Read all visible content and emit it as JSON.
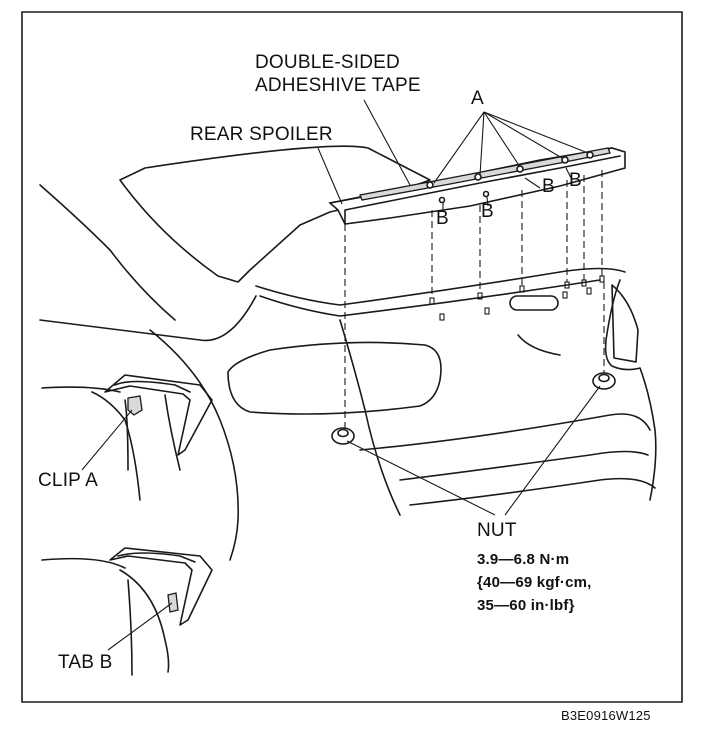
{
  "labels": {
    "tape_line1": "DOUBLE-SIDED",
    "tape_line2": "ADHESHIVE TAPE",
    "rear_spoiler": "REAR SPOILER",
    "a": "A",
    "b": "B",
    "clip_a": "CLIP A",
    "tab_b": "TAB B",
    "nut": "NUT",
    "torque_nm": "3.9—6.8 N·m",
    "torque_kgf": "{40—69 kgf·cm,",
    "torque_inlbf": "35—60 in·lbf}",
    "figure_code": "B3E0916W125"
  }
}
